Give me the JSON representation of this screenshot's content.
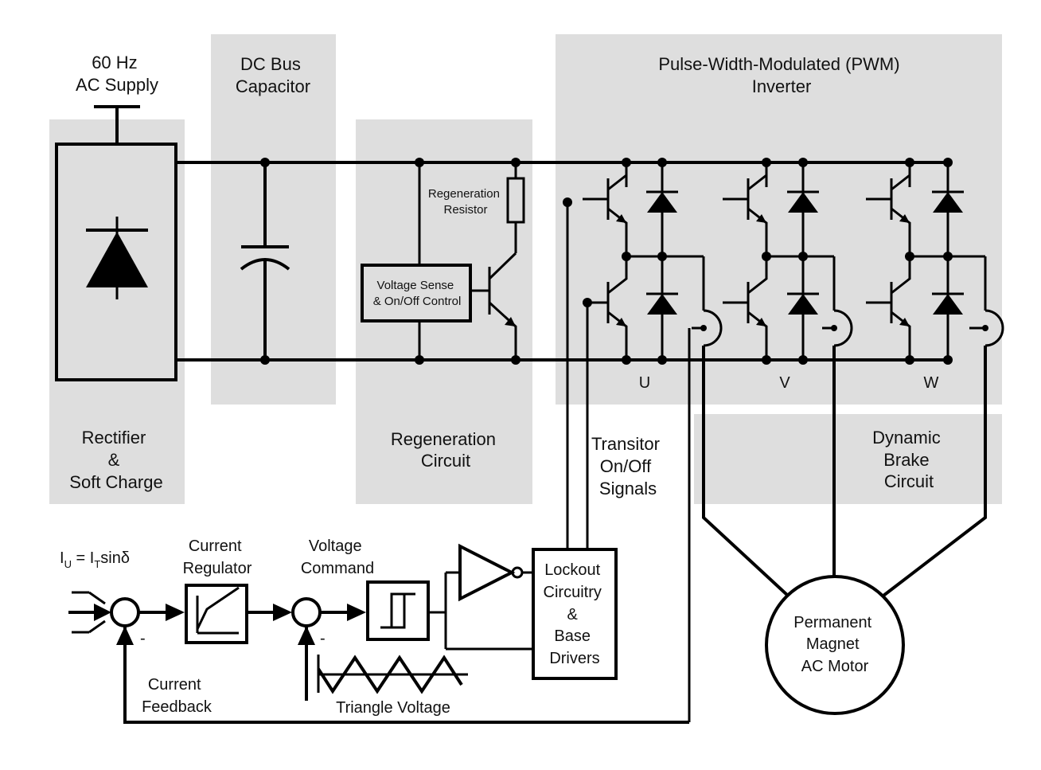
{
  "labels": {
    "ac_supply": [
      "60 Hz",
      "AC Supply"
    ],
    "dc_bus": [
      "DC Bus",
      "Capacitor"
    ],
    "pwm": [
      "Pulse-Width-Modulated (PWM)",
      "Inverter"
    ],
    "rectifier": [
      "Rectifier",
      "&",
      "Soft Charge"
    ],
    "regen_circuit": [
      "Regeneration",
      "Circuit"
    ],
    "regen_resistor": [
      "Regeneration",
      "Resistor"
    ],
    "voltage_sense": [
      "Voltage Sense",
      "& On/Off Control"
    ],
    "transistor_signals": [
      "Transitor",
      "On/Off",
      "Signals"
    ],
    "dynamic_brake": [
      "Dynamic",
      "Brake",
      "Circuit"
    ],
    "phase_u": "U",
    "phase_v": "V",
    "phase_w": "W",
    "motor": [
      "Permanent",
      "Magnet",
      "AC Motor"
    ],
    "lockout": [
      "Lockout",
      "Circuitry",
      "&",
      "Base",
      "Drivers"
    ],
    "current_regulator": [
      "Current",
      "Regulator"
    ],
    "voltage_command": [
      "Voltage",
      "Command"
    ],
    "current_feedback": [
      "Current",
      "Feedback"
    ],
    "triangle_voltage": "Triangle Voltage",
    "formula": {
      "i": "I",
      "u": "U",
      "eq": " = I",
      "t": "T",
      "rest": "sinδ"
    },
    "minus": "-"
  },
  "colors": {
    "panel": "#dedede",
    "line": "#000000"
  }
}
